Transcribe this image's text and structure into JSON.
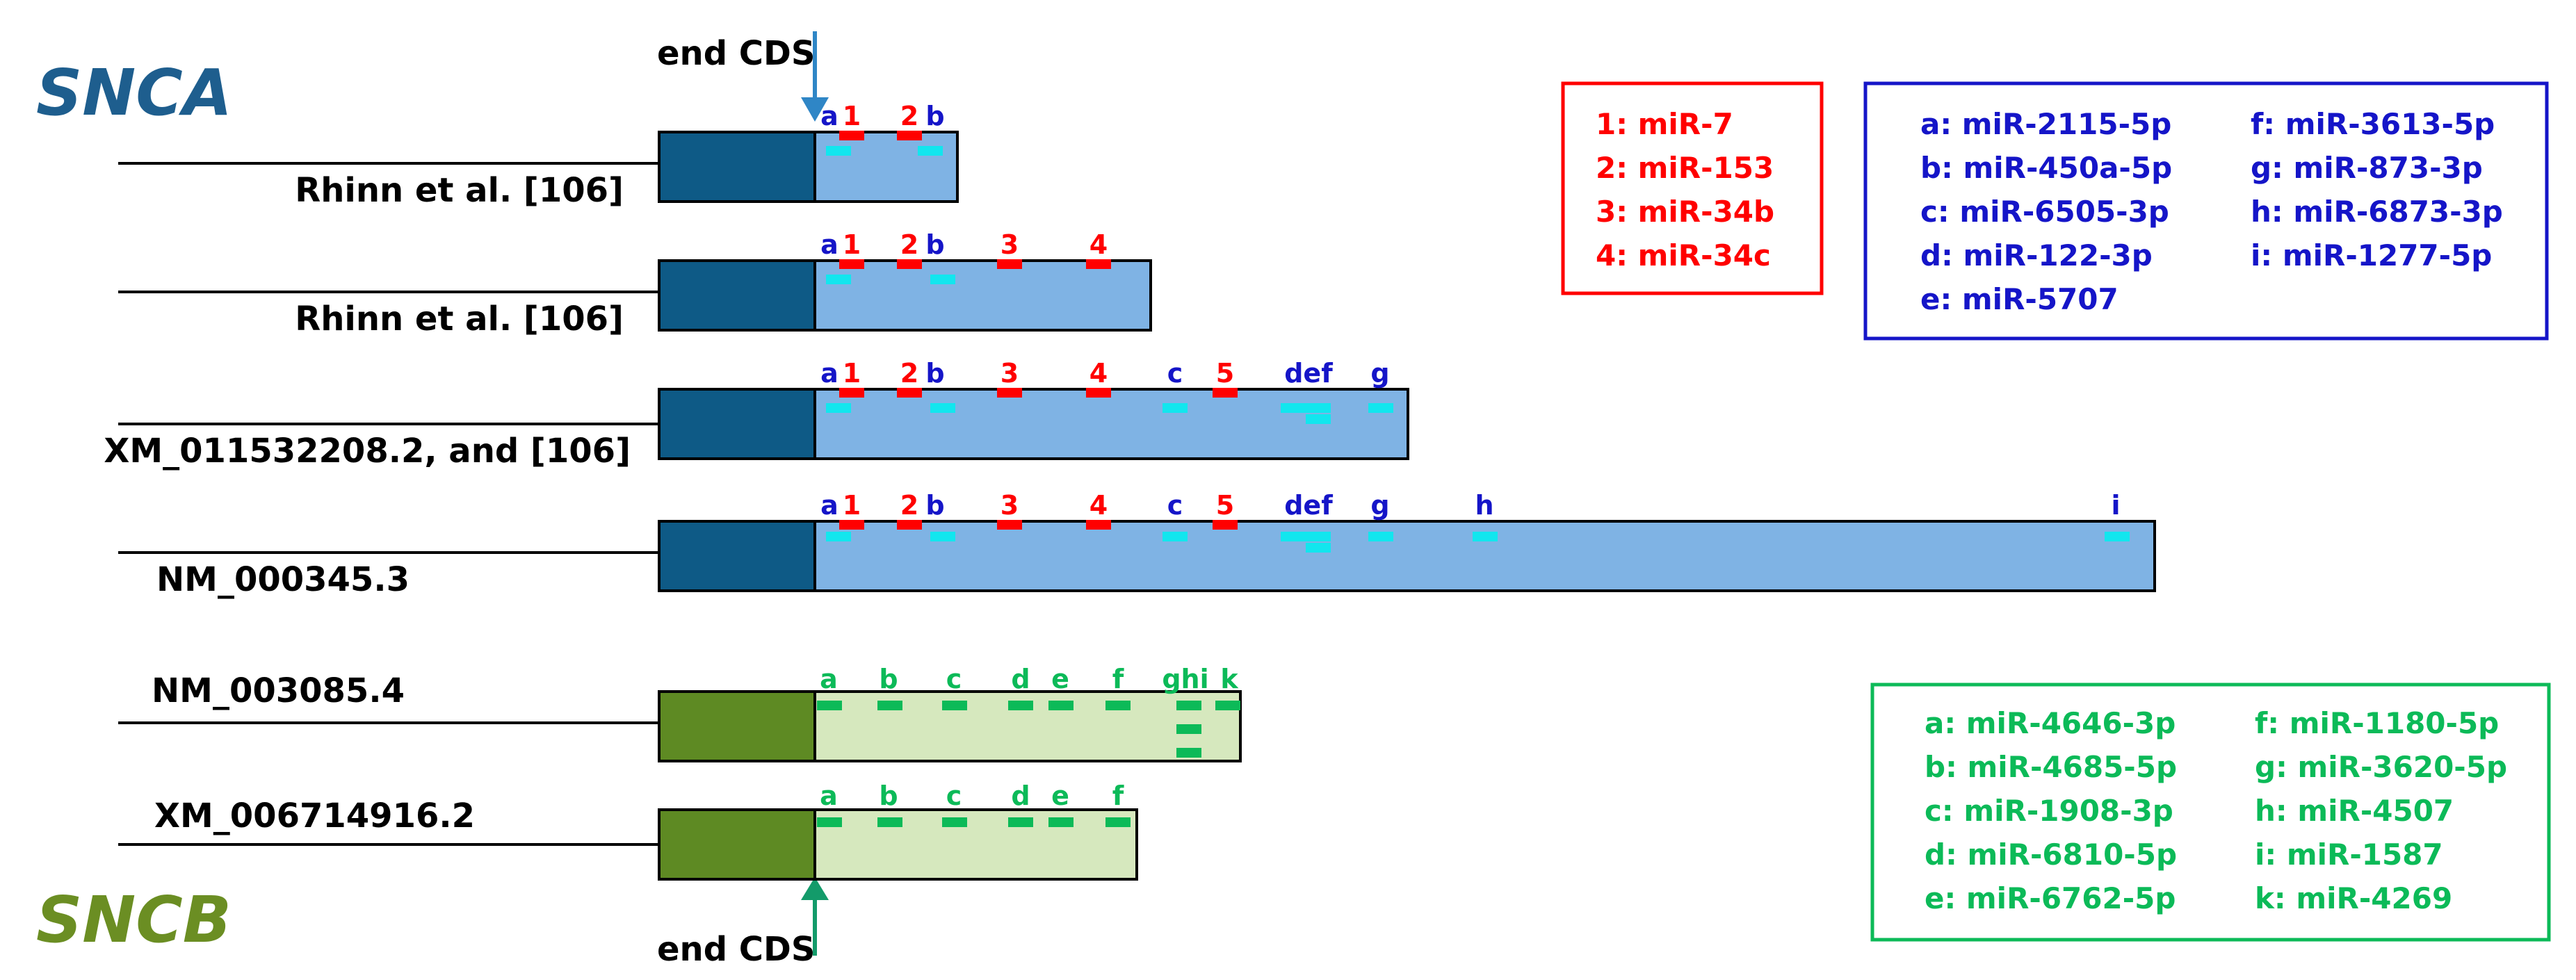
{
  "colors": {
    "snca_dark": "#0e5a86",
    "snca_light": "#7fb3e4",
    "sncb_dark": "#5e8a23",
    "sncb_light": "#d6e8be",
    "red": "#ff0000",
    "blue": "#1515c8",
    "cyan": "#12e6ee",
    "green": "#0cba58",
    "label_snca": "#1e5e8e",
    "label_sncb": "#6b8e23",
    "arrow_blue": "#2f86c6",
    "arrow_green": "#139b6a"
  },
  "genes": {
    "snca": "SNCA",
    "sncb": "SNCB"
  },
  "end_cds": {
    "top": "end CDS",
    "bottom": "end CDS"
  },
  "transcripts": {
    "t1": "Rhinn et al. [106]",
    "t2": "Rhinn et al. [106]",
    "t3": "XM_011532208.2, and [106]",
    "t4": "NM_000345.3",
    "t5": "NM_003085.4",
    "t6": "XM_006714916.2"
  },
  "site_labels": {
    "a": "a",
    "b": "b",
    "c": "c",
    "d": "d",
    "e": "e",
    "f": "f",
    "g": "g",
    "h": "h",
    "i": "i",
    "k": "k",
    "ghi": "ghi",
    "de_f": "def",
    "n1": "1",
    "n2": "2",
    "n3": "3",
    "n4": "4",
    "n5": "5"
  },
  "legend_red": [
    "1: miR-7",
    "2: miR-153",
    "3: miR-34b",
    "4: miR-34c"
  ],
  "legend_blue": [
    "a: miR-2115-5p",
    "b: miR-450a-5p",
    "c: miR-6505-3p",
    "d: miR-122-3p",
    "e: miR-5707",
    "f: miR-3613-5p",
    "g: miR-873-3p",
    "h: miR-6873-3p",
    "i: miR-1277-5p"
  ],
  "legend_green": [
    "a: miR-4646-3p",
    "b: miR-4685-5p",
    "c: miR-1908-3p",
    "d: miR-6810-5p",
    "e: miR-6762-5p",
    "f: miR-1180-5p",
    "g: miR-3620-5p",
    "h: miR-4507",
    "i: miR-1587",
    "k: miR-4269"
  ]
}
